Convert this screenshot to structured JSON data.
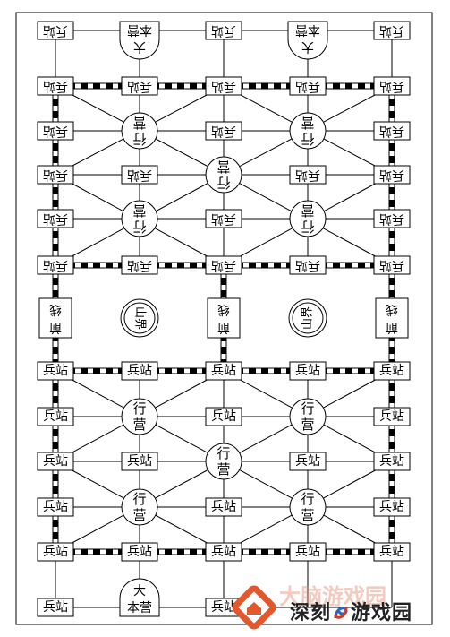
{
  "board": {
    "post_label": "兵站",
    "camp_label": [
      "行",
      "营"
    ],
    "hq_label": [
      "大",
      "本营"
    ],
    "front_label": [
      "前",
      "线"
    ],
    "mountain_label": "山界",
    "colors": {
      "line": "#000000",
      "rail_dash": "#000000",
      "fill": "#ffffff"
    }
  },
  "watermark": {
    "text_before": "深刻",
    "text_after": "游戏园",
    "faded_text": "大脑游戏园",
    "logo_color": "#e2582c",
    "logo_icon": "house-diamond-icon"
  }
}
